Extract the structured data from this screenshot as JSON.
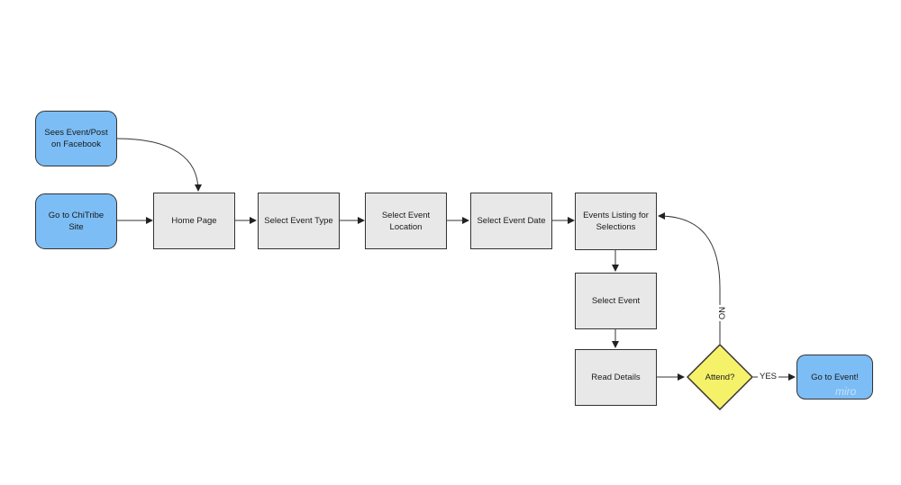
{
  "diagram": {
    "nodes": {
      "sees_event": "Sees Event/Post on Facebook",
      "go_to_site": "Go to ChiTribe Site",
      "home_page": "Home Page",
      "select_event_type": "Select Event Type",
      "select_event_location": "Select Event Location",
      "select_event_date": "Select Event Date",
      "events_listing": "Events Listing for Selections",
      "select_event": "Select Event",
      "read_details": "Read Details",
      "attend": "Attend?",
      "go_to_event": "Go to Event!"
    },
    "edge_labels": {
      "yes": "YES",
      "no": "NO"
    },
    "watermark": "miro",
    "colors": {
      "start_fill": "#7cbdf5",
      "process_fill": "#e8e8e8",
      "decision_fill": "#f5f26a",
      "stroke": "#333333"
    }
  }
}
